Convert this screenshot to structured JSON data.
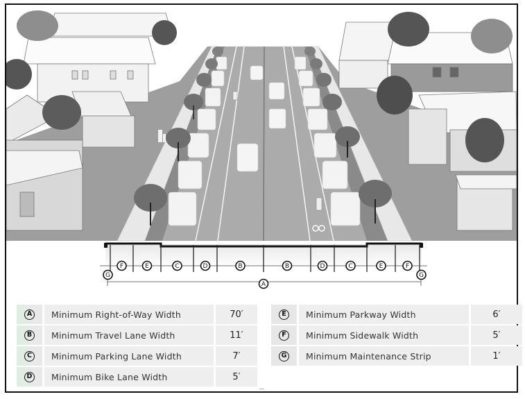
{
  "diagram": {
    "title": "Street cross-section with minimum dimensions",
    "colors": {
      "road": "#a9a9a9",
      "sidewalk": "#e6e6e6",
      "parkway": "#8c8c8c",
      "tree_dark": "#555555",
      "tree_light": "#8a8a8a",
      "house": "#f4f4f4",
      "yard": "#999999",
      "legend_bg": "#eeeeee",
      "frame": "#111111"
    },
    "cross_section": {
      "segments_left_to_right": [
        "G",
        "F",
        "E",
        "C",
        "D",
        "B",
        "B",
        "D",
        "C",
        "E",
        "F",
        "G"
      ],
      "overall_label": "A"
    },
    "legend": {
      "left": [
        {
          "letter": "A",
          "label": "Minimum Right-of-Way Width",
          "value": "70′"
        },
        {
          "letter": "B",
          "label": "Minimum Travel Lane Width",
          "value": "11′"
        },
        {
          "letter": "C",
          "label": "Minimum Parking Lane Width",
          "value": "7′"
        },
        {
          "letter": "D",
          "label": "Minimum Bike Lane Width",
          "value": "5′"
        }
      ],
      "right": [
        {
          "letter": "E",
          "label": "Minimum Parkway Width",
          "value": "6′"
        },
        {
          "letter": "F",
          "label": "Minimum Sidewalk Width",
          "value": "5′"
        },
        {
          "letter": "G",
          "label": "Minimum Maintenance Strip",
          "value": "1′"
        }
      ]
    }
  }
}
